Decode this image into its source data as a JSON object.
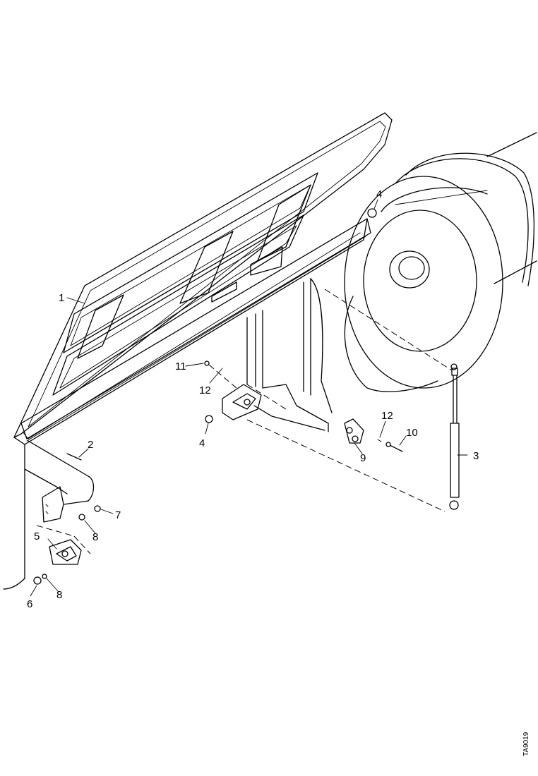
{
  "diagram": {
    "callouts": [
      {
        "id": "c1",
        "label": "1"
      },
      {
        "id": "c2",
        "label": "2"
      },
      {
        "id": "c3",
        "label": "3"
      },
      {
        "id": "c4a",
        "label": "4"
      },
      {
        "id": "c4b",
        "label": "4"
      },
      {
        "id": "c5",
        "label": "5"
      },
      {
        "id": "c6",
        "label": "6"
      },
      {
        "id": "c7",
        "label": "7"
      },
      {
        "id": "c8a",
        "label": "8"
      },
      {
        "id": "c8b",
        "label": "8"
      },
      {
        "id": "c9",
        "label": "9"
      },
      {
        "id": "c10",
        "label": "10"
      },
      {
        "id": "c11",
        "label": "11"
      },
      {
        "id": "c12a",
        "label": "12"
      },
      {
        "id": "c12b",
        "label": "12"
      }
    ],
    "drawing_code": "TA9019"
  }
}
